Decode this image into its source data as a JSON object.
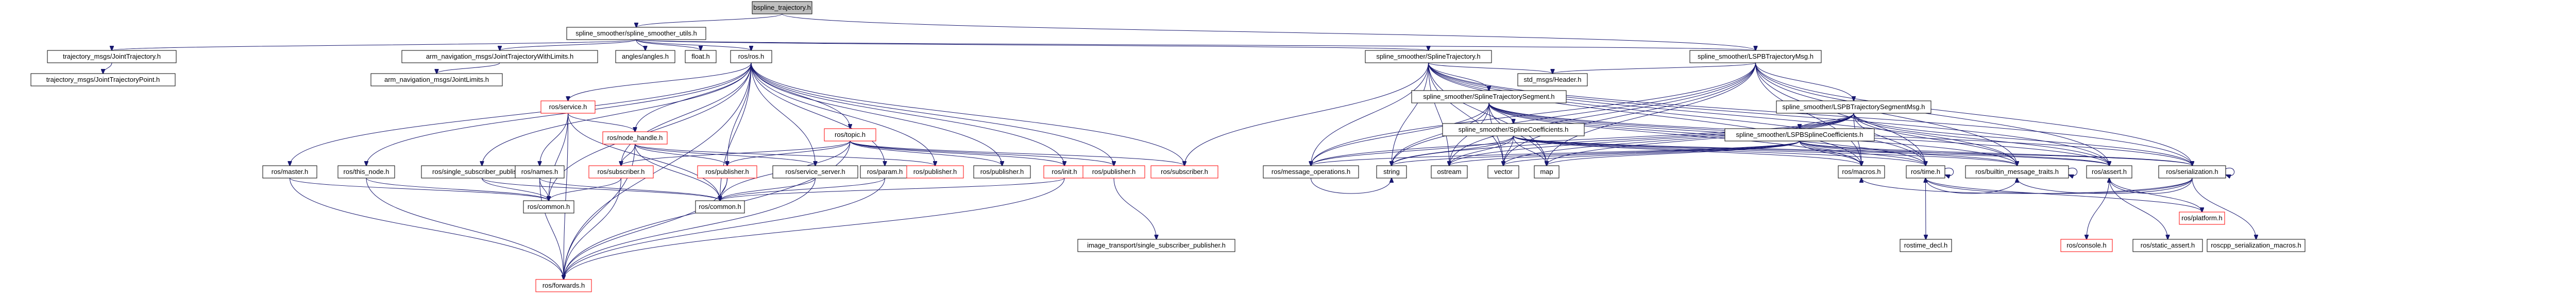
{
  "diagram": {
    "type": "include-dependency-graph",
    "colors": {
      "edge": "#191970",
      "node_border": "#000000",
      "truncated_node_border": "#ff0000",
      "root_fill": "#bfbfbf",
      "background": "#ffffff"
    },
    "nodes": [
      {
        "id": "root",
        "label": "bspline_trajectory.h",
        "kind": "root"
      },
      {
        "id": "utils",
        "label": "spline_smoother/spline_smoother_utils.h"
      },
      {
        "id": "traj",
        "label": "trajectory_msgs/JointTrajectory.h"
      },
      {
        "id": "trajpt",
        "label": "trajectory_msgs/JointTrajectoryPoint.h"
      },
      {
        "id": "armwl",
        "label": "arm_navigation_msgs/JointTrajectoryWithLimits.h"
      },
      {
        "id": "armjl",
        "label": "arm_navigation_msgs/JointLimits.h"
      },
      {
        "id": "angles",
        "label": "angles/angles.h"
      },
      {
        "id": "float",
        "label": "float.h"
      },
      {
        "id": "ros",
        "label": "ros/ros.h"
      },
      {
        "id": "ssst",
        "label": "spline_smoother/SplineTrajectory.h"
      },
      {
        "id": "lsbmsg",
        "label": "spline_smoother/LSPBTrajectoryMsg.h"
      },
      {
        "id": "stdhdr",
        "label": "std_msgs/Header.h"
      },
      {
        "id": "ssseg",
        "label": "spline_smoother/SplineTrajectorySegment.h"
      },
      {
        "id": "lsbseg",
        "label": "spline_smoother/LSPBTrajectorySegmentMsg.h"
      },
      {
        "id": "sscoef",
        "label": "spline_smoother/SplineCoefficients.h"
      },
      {
        "id": "lsbcoef",
        "label": "spline_smoother/LSPBSplineCoefficients.h"
      },
      {
        "id": "rosservice",
        "label": "ros/service.h",
        "kind": "truncated"
      },
      {
        "id": "nodehandle",
        "label": "ros/node_handle.h",
        "kind": "truncated"
      },
      {
        "id": "topic",
        "label": "ros/topic.h",
        "kind": "truncated"
      },
      {
        "id": "master",
        "label": "ros/master.h"
      },
      {
        "id": "thisnode",
        "label": "ros/this_node.h"
      },
      {
        "id": "single",
        "label": "ros/single_subscriber_publisher.h"
      },
      {
        "id": "names",
        "label": "ros/names.h"
      },
      {
        "id": "subscriber",
        "label": "ros/subscriber.h",
        "kind": "truncated"
      },
      {
        "id": "publisher",
        "label": "ros/publisher.h",
        "kind": "truncated"
      },
      {
        "id": "srvserver",
        "label": "ros/service_server.h"
      },
      {
        "id": "param",
        "label": "ros/param.h"
      },
      {
        "id": "pub2",
        "label": "ros/publisher.h",
        "kind": "truncated"
      },
      {
        "id": "rospub",
        "label": "ros/publisher.h"
      },
      {
        "id": "init",
        "label": "ros/init.h",
        "kind": "truncated"
      },
      {
        "id": "pub3",
        "label": "ros/publisher.h",
        "kind": "truncated"
      },
      {
        "id": "sub3",
        "label": "ros/subscriber.h",
        "kind": "truncated"
      },
      {
        "id": "msgops",
        "label": "ros/message_operations.h"
      },
      {
        "id": "string",
        "label": "string"
      },
      {
        "id": "ostream",
        "label": "ostream"
      },
      {
        "id": "vector",
        "label": "vector"
      },
      {
        "id": "map",
        "label": "map"
      },
      {
        "id": "macros",
        "label": "ros/macros.h"
      },
      {
        "id": "time",
        "label": "ros/time.h"
      },
      {
        "id": "builtin",
        "label": "ros/builtin_message_traits.h"
      },
      {
        "id": "assert",
        "label": "ros/assert.h"
      },
      {
        "id": "serial",
        "label": "ros/serialization.h"
      },
      {
        "id": "platform",
        "label": "ros/platform.h",
        "kind": "truncated"
      },
      {
        "id": "common1",
        "label": "ros/common.h"
      },
      {
        "id": "common2",
        "label": "ros/common.h"
      },
      {
        "id": "forwards",
        "label": "ros/forwards.h",
        "kind": "truncated"
      },
      {
        "id": "imgpub",
        "label": "image_transport/single_subscriber_publisher.h"
      },
      {
        "id": "rostime",
        "label": "rostime_decl.h"
      },
      {
        "id": "console",
        "label": "ros/console.h",
        "kind": "truncated"
      },
      {
        "id": "staticassert",
        "label": "ros/static_assert.h"
      },
      {
        "id": "ppmacros",
        "label": "roscpp_serialization_macros.h"
      }
    ],
    "edges": [
      [
        "root",
        "utils"
      ],
      [
        "root",
        "lsbmsg"
      ],
      [
        "utils",
        "traj"
      ],
      [
        "utils",
        "armwl"
      ],
      [
        "utils",
        "angles"
      ],
      [
        "utils",
        "float"
      ],
      [
        "utils",
        "ros"
      ],
      [
        "utils",
        "ssst"
      ],
      [
        "utils",
        "lsbmsg"
      ],
      [
        "traj",
        "trajpt"
      ],
      [
        "armwl",
        "armjl"
      ],
      [
        "ros",
        "rosservice"
      ],
      [
        "ros",
        "nodehandle"
      ],
      [
        "ros",
        "topic"
      ],
      [
        "ros",
        "master"
      ],
      [
        "ros",
        "thisnode"
      ],
      [
        "ros",
        "single"
      ],
      [
        "ros",
        "subscriber"
      ],
      [
        "ros",
        "publisher"
      ],
      [
        "ros",
        "srvserver"
      ],
      [
        "ros",
        "param"
      ],
      [
        "ros",
        "pub2"
      ],
      [
        "ros",
        "rospub"
      ],
      [
        "ros",
        "init"
      ],
      [
        "ros",
        "pub3"
      ],
      [
        "ros",
        "sub3"
      ],
      [
        "ros",
        "forwards"
      ],
      [
        "ros",
        "common1"
      ],
      [
        "ros",
        "common2"
      ],
      [
        "rosservice",
        "names"
      ],
      [
        "rosservice",
        "nodehandle"
      ],
      [
        "rosservice",
        "common1"
      ],
      [
        "rosservice",
        "forwards"
      ],
      [
        "rosservice",
        "common2"
      ],
      [
        "nodehandle",
        "subscriber"
      ],
      [
        "nodehandle",
        "publisher"
      ],
      [
        "nodehandle",
        "srvserver"
      ],
      [
        "nodehandle",
        "pub2"
      ],
      [
        "nodehandle",
        "common2"
      ],
      [
        "nodehandle",
        "forwards"
      ],
      [
        "topic",
        "rospub"
      ],
      [
        "topic",
        "init"
      ],
      [
        "topic",
        "pub3"
      ],
      [
        "topic",
        "sub3"
      ],
      [
        "topic",
        "common2"
      ],
      [
        "topic",
        "forwards"
      ],
      [
        "topic",
        "subscriber"
      ],
      [
        "topic",
        "publisher"
      ],
      [
        "master",
        "common1"
      ],
      [
        "master",
        "forwards"
      ],
      [
        "thisnode",
        "common1"
      ],
      [
        "thisnode",
        "forwards"
      ],
      [
        "single",
        "common1"
      ],
      [
        "single",
        "common2"
      ],
      [
        "names",
        "common1"
      ],
      [
        "names",
        "forwards"
      ],
      [
        "names",
        "common2"
      ],
      [
        "subscriber",
        "common1"
      ],
      [
        "subscriber",
        "forwards"
      ],
      [
        "publisher",
        "common2"
      ],
      [
        "publisher",
        "forwards"
      ],
      [
        "srvserver",
        "common2"
      ],
      [
        "srvserver",
        "forwards"
      ],
      [
        "param",
        "common2"
      ],
      [
        "param",
        "forwards"
      ],
      [
        "init",
        "common2"
      ],
      [
        "init",
        "forwards"
      ],
      [
        "pub3",
        "imgpub"
      ],
      [
        "ssst",
        "stdhdr"
      ],
      [
        "ssst",
        "ssseg"
      ],
      [
        "ssst",
        "msgops"
      ],
      [
        "ssst",
        "string"
      ],
      [
        "ssst",
        "vector"
      ],
      [
        "ssst",
        "map"
      ],
      [
        "ssst",
        "ostream"
      ],
      [
        "ssst",
        "macros"
      ],
      [
        "ssst",
        "time"
      ],
      [
        "ssst",
        "builtin"
      ],
      [
        "ssst",
        "assert"
      ],
      [
        "ssst",
        "serial"
      ],
      [
        "ssst",
        "sub3"
      ],
      [
        "lsbmsg",
        "stdhdr"
      ],
      [
        "lsbmsg",
        "lsbseg"
      ],
      [
        "lsbmsg",
        "msgops"
      ],
      [
        "lsbmsg",
        "string"
      ],
      [
        "lsbmsg",
        "vector"
      ],
      [
        "lsbmsg",
        "map"
      ],
      [
        "lsbmsg",
        "ostream"
      ],
      [
        "lsbmsg",
        "macros"
      ],
      [
        "lsbmsg",
        "time"
      ],
      [
        "lsbmsg",
        "builtin"
      ],
      [
        "lsbmsg",
        "assert"
      ],
      [
        "lsbmsg",
        "serial"
      ],
      [
        "ssseg",
        "sscoef"
      ],
      [
        "ssseg",
        "msgops"
      ],
      [
        "ssseg",
        "string"
      ],
      [
        "ssseg",
        "vector"
      ],
      [
        "ssseg",
        "map"
      ],
      [
        "ssseg",
        "ostream"
      ],
      [
        "ssseg",
        "macros"
      ],
      [
        "ssseg",
        "time"
      ],
      [
        "ssseg",
        "builtin"
      ],
      [
        "ssseg",
        "assert"
      ],
      [
        "ssseg",
        "serial"
      ],
      [
        "lsbseg",
        "lsbcoef"
      ],
      [
        "lsbseg",
        "msgops"
      ],
      [
        "lsbseg",
        "string"
      ],
      [
        "lsbseg",
        "vector"
      ],
      [
        "lsbseg",
        "map"
      ],
      [
        "lsbseg",
        "ostream"
      ],
      [
        "lsbseg",
        "macros"
      ],
      [
        "lsbseg",
        "time"
      ],
      [
        "lsbseg",
        "builtin"
      ],
      [
        "lsbseg",
        "assert"
      ],
      [
        "lsbseg",
        "serial"
      ],
      [
        "sscoef",
        "msgops"
      ],
      [
        "sscoef",
        "string"
      ],
      [
        "sscoef",
        "vector"
      ],
      [
        "sscoef",
        "map"
      ],
      [
        "sscoef",
        "ostream"
      ],
      [
        "sscoef",
        "macros"
      ],
      [
        "sscoef",
        "time"
      ],
      [
        "sscoef",
        "builtin"
      ],
      [
        "sscoef",
        "assert"
      ],
      [
        "sscoef",
        "serial"
      ],
      [
        "lsbcoef",
        "msgops"
      ],
      [
        "lsbcoef",
        "string"
      ],
      [
        "lsbcoef",
        "vector"
      ],
      [
        "lsbcoef",
        "map"
      ],
      [
        "lsbcoef",
        "ostream"
      ],
      [
        "lsbcoef",
        "macros"
      ],
      [
        "lsbcoef",
        "time"
      ],
      [
        "lsbcoef",
        "builtin"
      ],
      [
        "lsbcoef",
        "assert"
      ],
      [
        "lsbcoef",
        "serial"
      ],
      [
        "time",
        "platform"
      ],
      [
        "time",
        "rostime"
      ],
      [
        "time",
        "time"
      ],
      [
        "builtin",
        "builtin"
      ],
      [
        "builtin",
        "time"
      ],
      [
        "assert",
        "console"
      ],
      [
        "assert",
        "staticassert"
      ],
      [
        "assert",
        "platform"
      ],
      [
        "serial",
        "serial"
      ],
      [
        "serial",
        "ppmacros"
      ],
      [
        "serial",
        "time"
      ],
      [
        "serial",
        "builtin"
      ],
      [
        "serial",
        "assert"
      ],
      [
        "serial",
        "macros"
      ],
      [
        "msgops",
        "string"
      ]
    ]
  }
}
